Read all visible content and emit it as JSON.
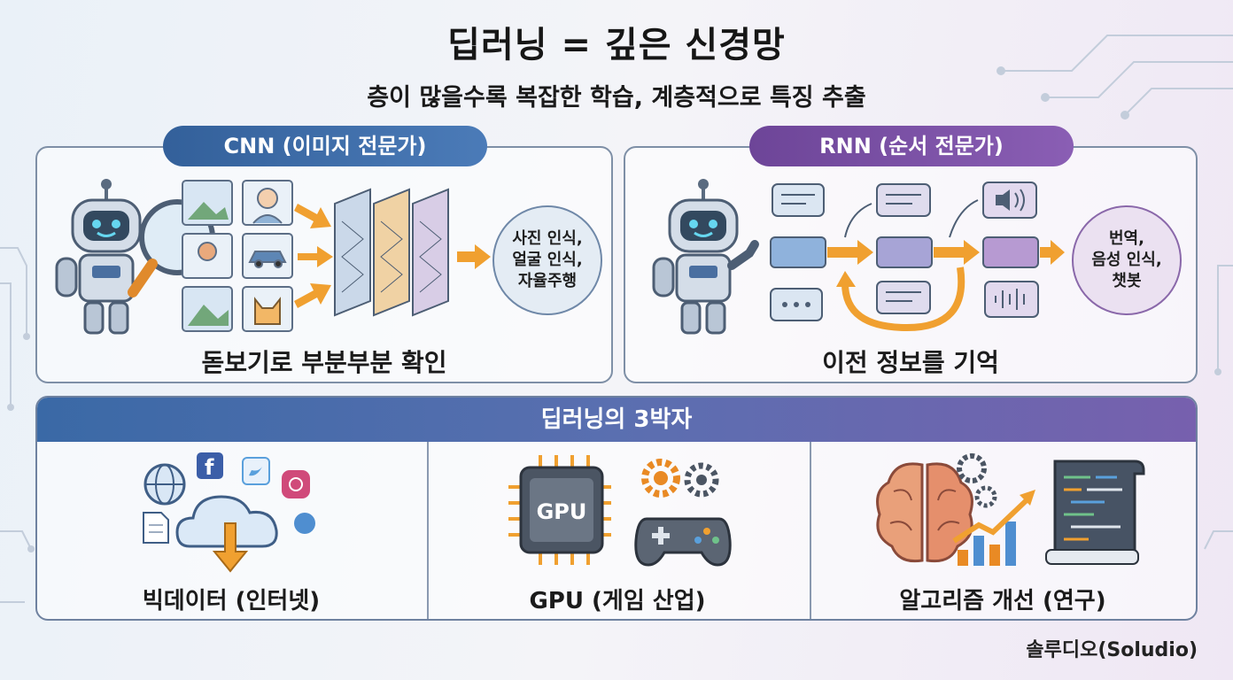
{
  "title": "딥러닝 = 깊은 신경망",
  "subtitle": "층이 많을수록 복잡한 학습, 계층적으로 특징 추출",
  "cnn": {
    "label": "CNN (이미지 전문가)",
    "caption": "돋보기로 부분부분 확인",
    "results": [
      "사진 인식,",
      "얼굴 인식,",
      "자율주행"
    ]
  },
  "rnn": {
    "label": "RNN (순서 전문가)",
    "caption": "이전 정보를 기억",
    "results": [
      "번역,",
      "음성 인식,",
      "챗봇"
    ]
  },
  "pillars": {
    "header": "딥러닝의 3박자",
    "items": [
      {
        "label": "빅데이터 (인터넷)"
      },
      {
        "label": "GPU (게임 산업)",
        "chip_text": "GPU"
      },
      {
        "label": "알고리즘 개선 (연구)"
      }
    ]
  },
  "credit": "솔루디오(Soludio)",
  "colors": {
    "cnn_accent": "#3f6fae",
    "rnn_accent": "#7a4fa8",
    "arrow_orange": "#f0a030"
  }
}
